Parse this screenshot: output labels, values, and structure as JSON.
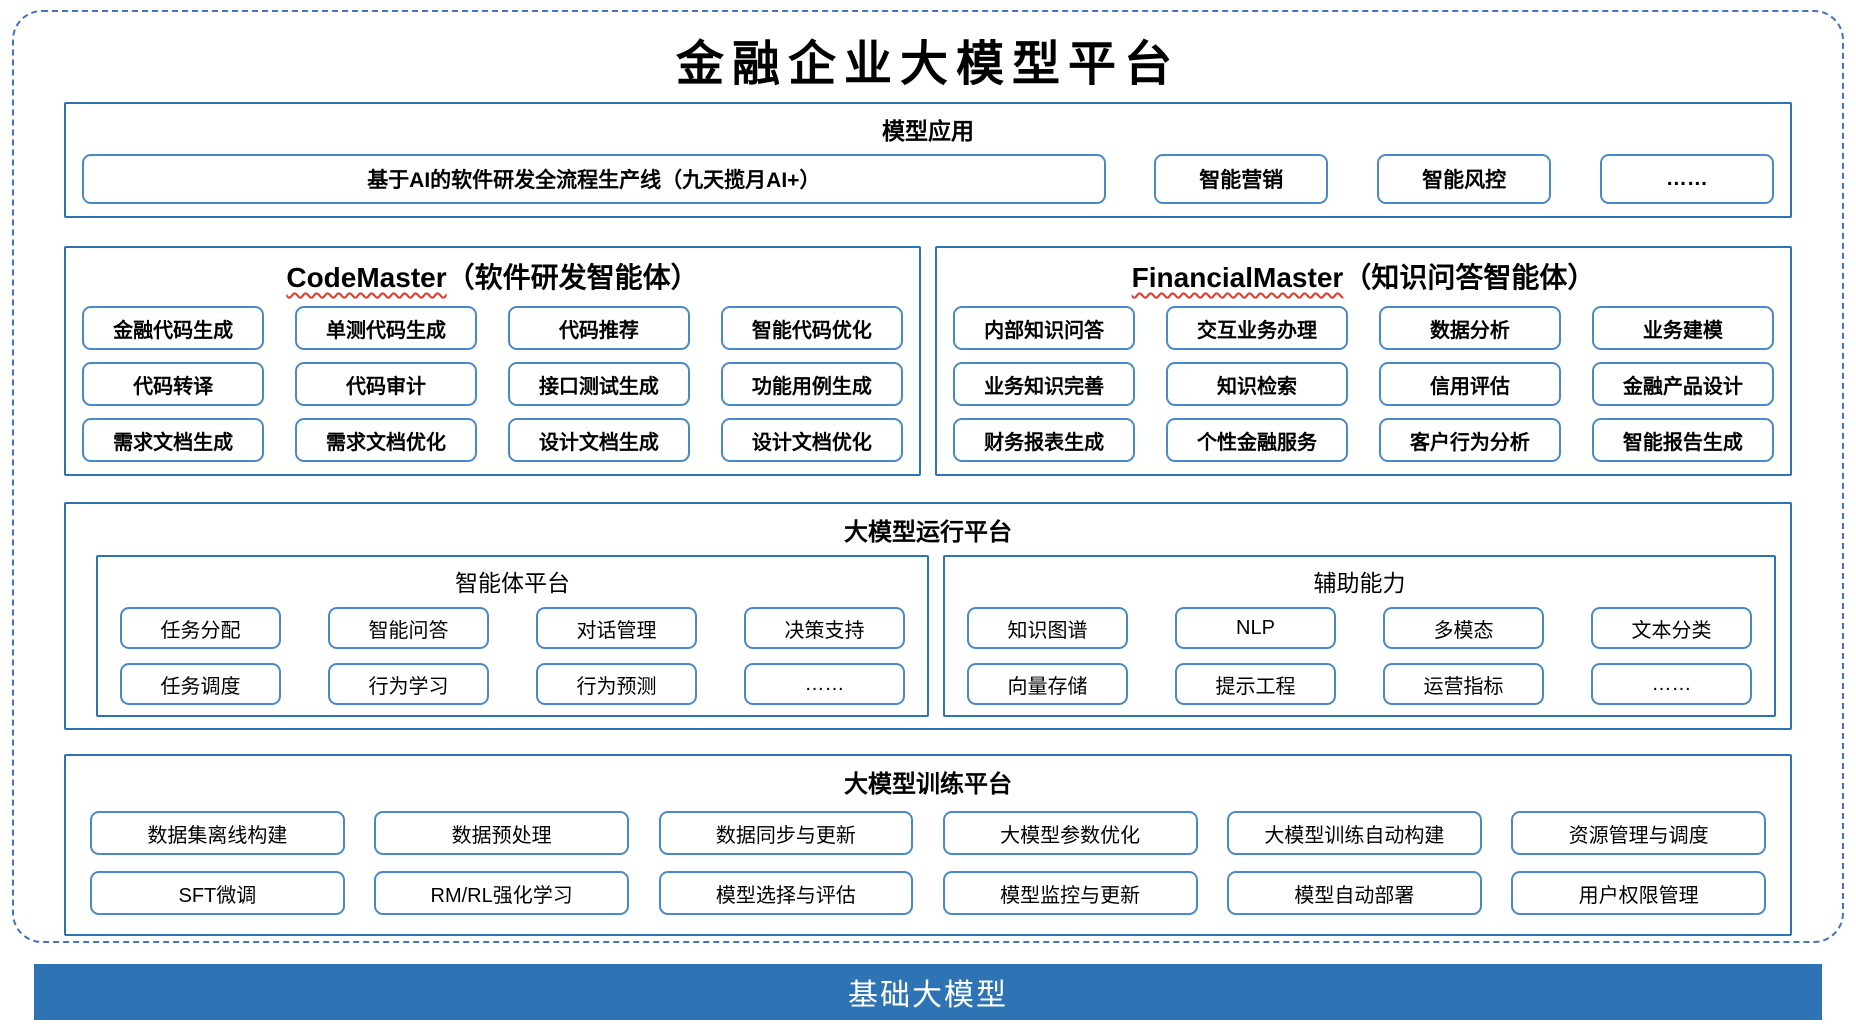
{
  "title": "金融企业大模型平台",
  "colors": {
    "dashed_border": "#4472C4",
    "section_border": "#2E74B5",
    "item_border": "#4a89c7",
    "base_bar_bg": "#2E74B5",
    "underline_red": "#e0392b"
  },
  "sections": {
    "model_app": {
      "header": "模型应用",
      "wide_item": "基于AI的软件研发全流程生产线（九天揽月AI+）",
      "items": [
        "智能营销",
        "智能风控",
        "……"
      ]
    },
    "code_master": {
      "title_en": "CodeMaster",
      "title_zh": "（软件研发智能体）",
      "rows": [
        [
          "金融代码生成",
          "单测代码生成",
          "代码推荐",
          "智能代码优化"
        ],
        [
          "代码转译",
          "代码审计",
          "接口测试生成",
          "功能用例生成"
        ],
        [
          "需求文档生成",
          "需求文档优化",
          "设计文档生成",
          "设计文档优化"
        ]
      ]
    },
    "financial_master": {
      "title_en": "FinancialMaster",
      "title_zh": "（知识问答智能体）",
      "rows": [
        [
          "内部知识问答",
          "交互业务办理",
          "数据分析",
          "业务建模"
        ],
        [
          "业务知识完善",
          "知识检索",
          "信用评估",
          "金融产品设计"
        ],
        [
          "财务报表生成",
          "个性金融服务",
          "客户行为分析",
          "智能报告生成"
        ]
      ]
    },
    "runtime_platform": {
      "header": "大模型运行平台",
      "agent_platform": {
        "header": "智能体平台",
        "rows": [
          [
            "任务分配",
            "智能问答",
            "对话管理",
            "决策支持"
          ],
          [
            "任务调度",
            "行为学习",
            "行为预测",
            "……"
          ]
        ]
      },
      "aux_capability": {
        "header": "辅助能力",
        "rows": [
          [
            "知识图谱",
            "NLP",
            "多模态",
            "文本分类"
          ],
          [
            "向量存储",
            "提示工程",
            "运营指标",
            "……"
          ]
        ]
      }
    },
    "training_platform": {
      "header": "大模型训练平台",
      "rows": [
        [
          "数据集离线构建",
          "数据预处理",
          "数据同步与更新",
          "大模型参数优化",
          "大模型训练自动构建",
          "资源管理与调度"
        ],
        [
          "SFT微调",
          "RM/RL强化学习",
          "模型选择与评估",
          "模型监控与更新",
          "模型自动部署",
          "用户权限管理"
        ]
      ]
    },
    "base_model_bar": "基础大模型"
  }
}
